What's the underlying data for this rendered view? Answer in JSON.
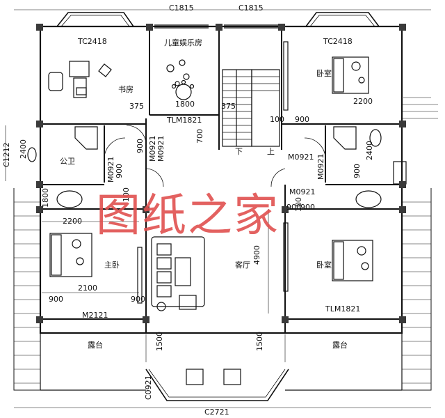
{
  "rooms": {
    "study": "书房",
    "kids_room": "儿童娱乐房",
    "public_bath": "公卫",
    "master_bed": "主卧",
    "bedroom_ne": "卧室",
    "bedroom_e": "卧室",
    "living": "客厅",
    "terrace_w": "露台",
    "terrace_e": "露台",
    "stair_down": "下",
    "stair_up": "上"
  },
  "codes": {
    "c1815_a": "C1815",
    "c1815_b": "C1815",
    "tc2418_w": "TC2418",
    "tc2418_e": "TC2418",
    "tlm1821_top": "TLM1821",
    "tlm1821_right": "TLM1821",
    "m0921_right": "M0921",
    "m0921_right2": "M0921",
    "m0921_bath": "M0921",
    "m0921_mid": "M0921",
    "m0921_mid2": "M0921",
    "m0921_r3": "M0921",
    "m2121": "M2121",
    "c1212": "C1212",
    "c2721": "C2721",
    "c0921": "C0921"
  },
  "dims": {
    "d375a": "375",
    "d375b": "375",
    "d1800": "1800",
    "d2200_ne": "2200",
    "d900_ne": "900",
    "d700": "700",
    "d100a": "100",
    "d2400_w": "2400",
    "d2400_e": "2400",
    "d900_w": "900",
    "d900_w2": "900",
    "d900_e": "900",
    "d100b": "100",
    "d1800_w": "1800",
    "d2200_w": "2200",
    "d2100": "2100",
    "d900_a": "900",
    "d900_b": "900",
    "d4900": "4900",
    "d1500_a": "1500",
    "d1500_b": "1500",
    "d900_e2": "900",
    "d900_e3": "900",
    "d100c": "100"
  },
  "watermark": "图纸之家",
  "colors": {
    "line": "#111111",
    "watermark": "#e0514f",
    "fill": "#3a3a3a"
  }
}
